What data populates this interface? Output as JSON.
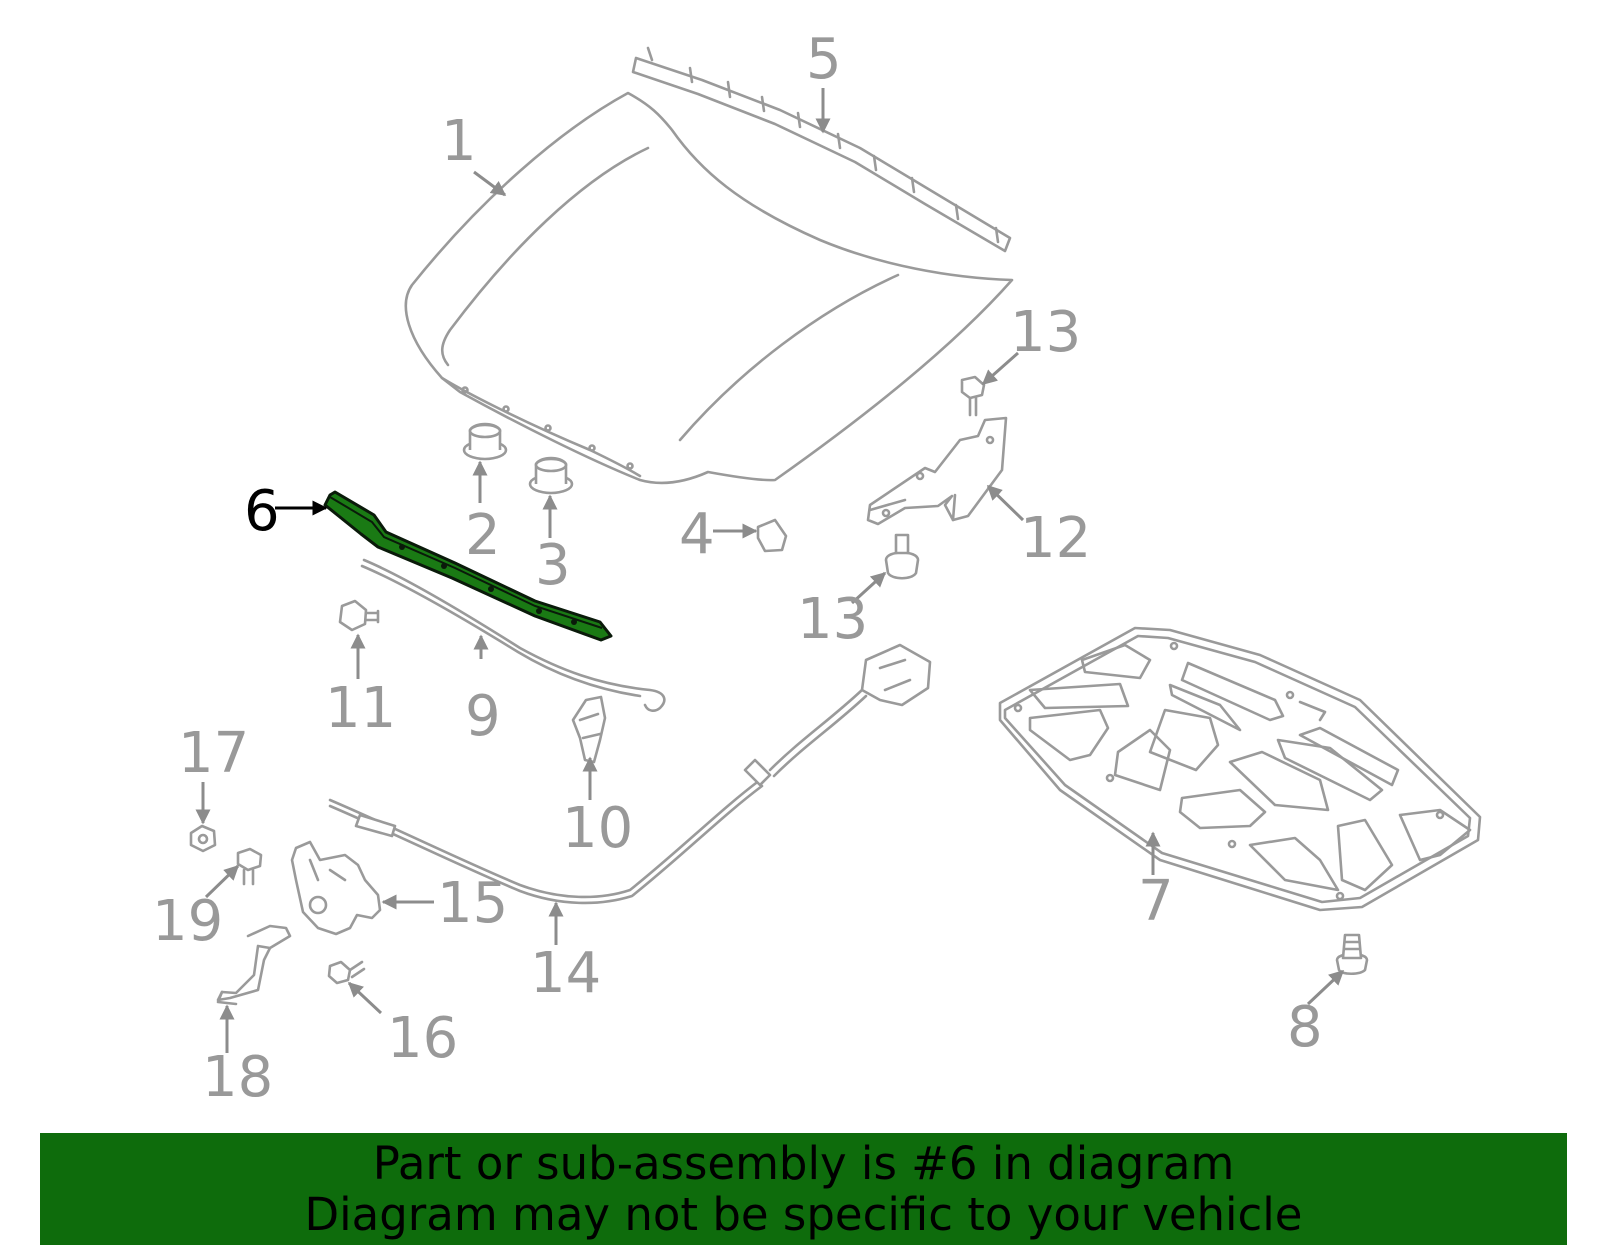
{
  "callouts": {
    "c1": "1",
    "c2": "2",
    "c3": "3",
    "c4": "4",
    "c5": "5",
    "c6": "6",
    "c7": "7",
    "c8": "8",
    "c9": "9",
    "c10": "10",
    "c11": "11",
    "c12": "12",
    "c13a": "13",
    "c13b": "13",
    "c14": "14",
    "c15": "15",
    "c16": "16",
    "c17": "17",
    "c18": "18",
    "c19": "19"
  },
  "highlight": {
    "part": "6",
    "color": "#0e6c0c"
  },
  "banner": {
    "line1": "Part or sub-assembly is #6 in diagram",
    "line2": "Diagram may not be specific to your vehicle",
    "background": "#0e6c0c"
  }
}
